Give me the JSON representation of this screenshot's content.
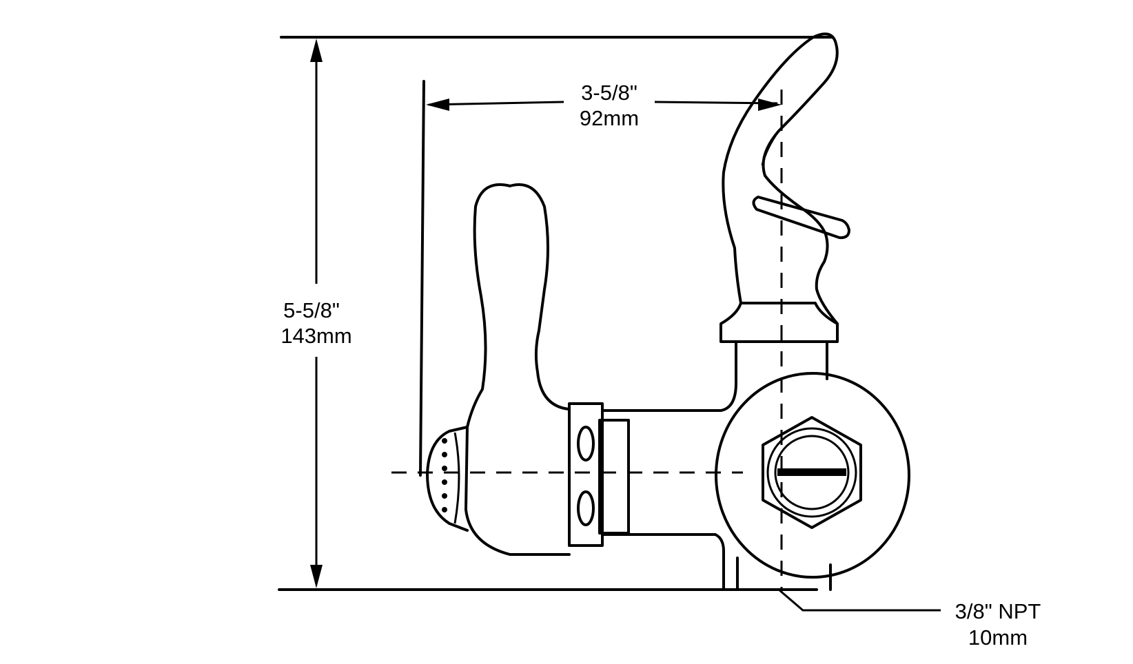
{
  "dimensions": {
    "height": {
      "imperial": "5-5/8\"",
      "metric": "143mm"
    },
    "width": {
      "imperial": "3-5/8\"",
      "metric": "92mm"
    },
    "connection": {
      "imperial": "3/8\" NPT",
      "metric": "10mm"
    }
  },
  "colors": {
    "line": "#000000",
    "background": "#ffffff"
  }
}
